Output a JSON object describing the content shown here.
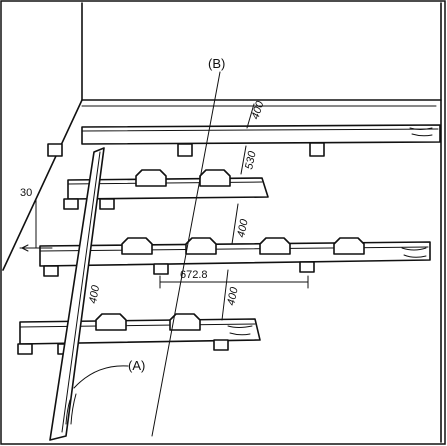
{
  "labels": {
    "label_b": "(B)",
    "label_a": "(A)",
    "dim_30": "30",
    "dim_400_top": "400",
    "dim_530": "530",
    "dim_400_mid": "400",
    "dim_400_low": "400",
    "dim_672": "672.8",
    "dim_400_beam": "400"
  },
  "colors": {
    "ink": "#111111",
    "paper": "#ffffff"
  }
}
